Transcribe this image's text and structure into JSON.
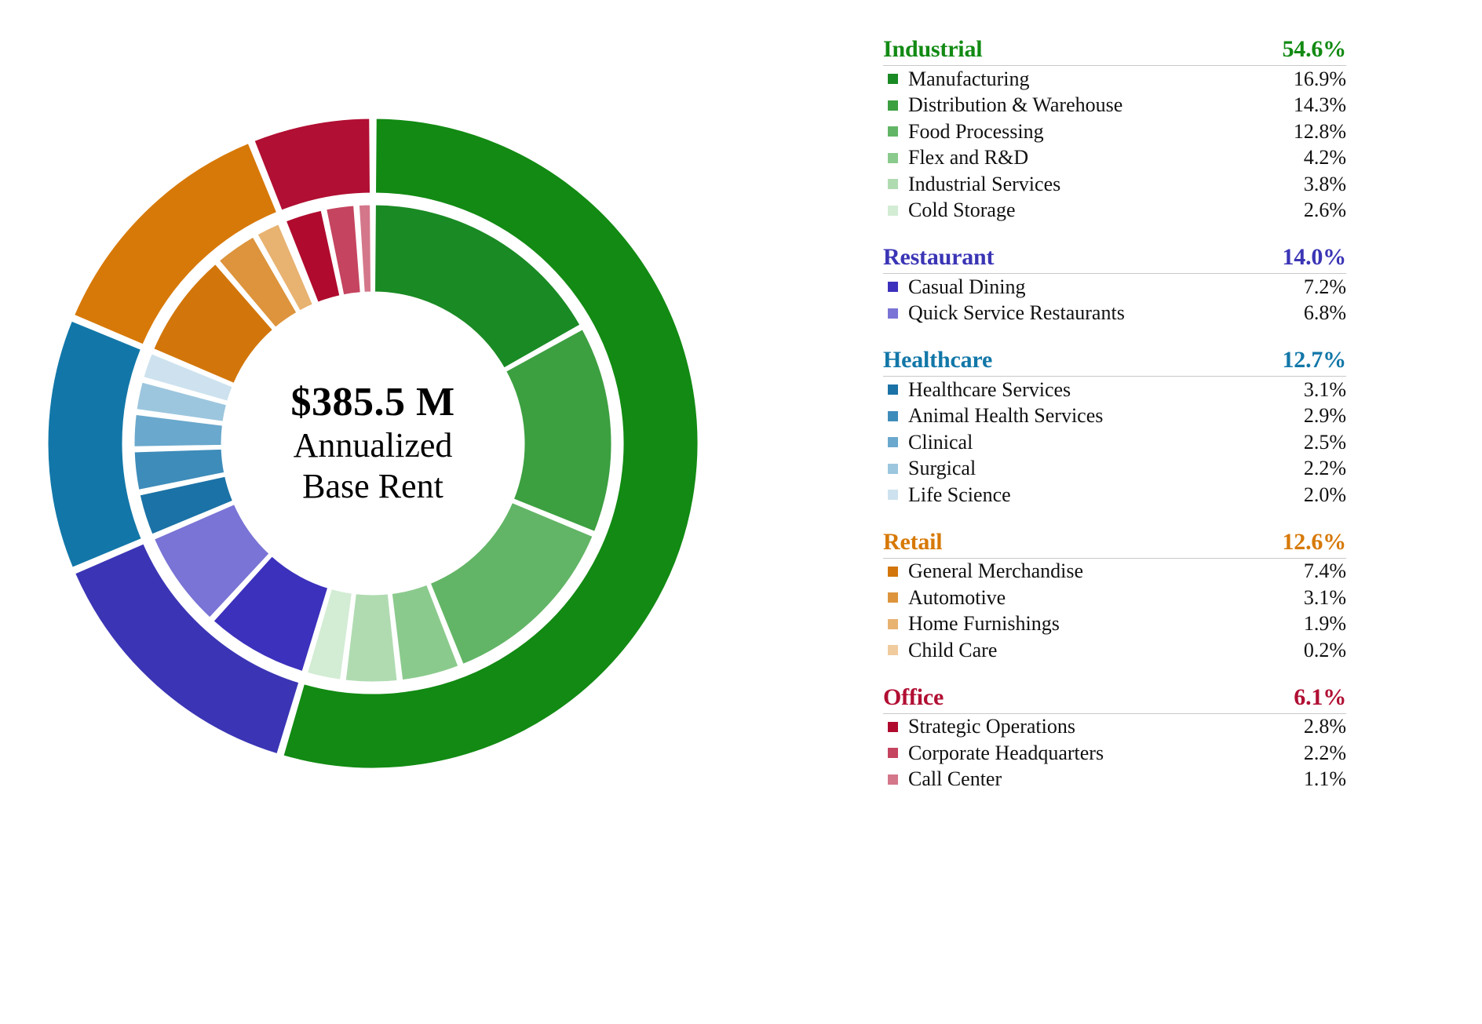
{
  "center": {
    "amount": "$385.5 M",
    "line2": "Annualized",
    "line3": "Base Rent"
  },
  "chart_data": {
    "type": "pie",
    "title": "$385.5 M Annualized Base Rent",
    "subtitle": "",
    "xlabel": "",
    "ylabel": "",
    "legend_position": "right",
    "units": "percent of annualized base rent",
    "total_label": "$385.5 M",
    "rings": [
      "outer = category",
      "inner = subcategory"
    ],
    "start_angle_deg": 0,
    "direction": "clockwise",
    "categories": [
      "Industrial",
      "Restaurant",
      "Healthcare",
      "Retail",
      "Office"
    ],
    "values": [
      54.6,
      14.0,
      12.7,
      12.6,
      6.1
    ],
    "colors": [
      "#128a13",
      "#3b35b5",
      "#1277a8",
      "#d77908",
      "#b10f33"
    ],
    "groups": [
      {
        "name": "Industrial",
        "pct": "54.6%",
        "value": 54.6,
        "color": "#128a13",
        "items": [
          {
            "label": "Manufacturing",
            "pct": "16.9%",
            "value": 16.9,
            "color": "#1a8a24"
          },
          {
            "label": "Distribution & Warehouse",
            "pct": "14.3%",
            "value": 14.3,
            "color": "#3c9f40"
          },
          {
            "label": "Food Processing",
            "pct": "12.8%",
            "value": 12.8,
            "color": "#62b566"
          },
          {
            "label": "Flex and R&D",
            "pct": "4.2%",
            "value": 4.2,
            "color": "#8bca8d"
          },
          {
            "label": "Industrial Services",
            "pct": "3.8%",
            "value": 3.8,
            "color": "#b0dbb1"
          },
          {
            "label": "Cold Storage",
            "pct": "2.6%",
            "value": 2.6,
            "color": "#d3ecd4"
          }
        ]
      },
      {
        "name": "Restaurant",
        "pct": "14.0%",
        "value": 14.0,
        "color": "#3b35b5",
        "items": [
          {
            "label": "Casual Dining",
            "pct": "7.2%",
            "value": 7.2,
            "color": "#3c31bc"
          },
          {
            "label": "Quick Service Restaurants",
            "pct": "6.8%",
            "value": 6.8,
            "color": "#7a74d6"
          }
        ]
      },
      {
        "name": "Healthcare",
        "pct": "12.7%",
        "value": 12.7,
        "color": "#1277a8",
        "items": [
          {
            "label": "Healthcare Services",
            "pct": "3.1%",
            "value": 3.1,
            "color": "#1b72a6"
          },
          {
            "label": "Animal Health Services",
            "pct": "2.9%",
            "value": 2.9,
            "color": "#3e8cba"
          },
          {
            "label": "Clinical",
            "pct": "2.5%",
            "value": 2.5,
            "color": "#6aa8cd"
          },
          {
            "label": "Surgical",
            "pct": "2.2%",
            "value": 2.2,
            "color": "#9cc6de"
          },
          {
            "label": "Life Science",
            "pct": "2.0%",
            "value": 2.0,
            "color": "#cde2ee"
          }
        ]
      },
      {
        "name": "Retail",
        "pct": "12.6%",
        "value": 12.6,
        "color": "#d77908",
        "items": [
          {
            "label": "General Merchandise",
            "pct": "7.4%",
            "value": 7.4,
            "color": "#d2760b"
          },
          {
            "label": "Automotive",
            "pct": "3.1%",
            "value": 3.1,
            "color": "#dd943c"
          },
          {
            "label": "Home Furnishings",
            "pct": "1.9%",
            "value": 1.9,
            "color": "#e8b271"
          },
          {
            "label": "Child Care",
            "pct": "0.2%",
            "value": 0.2,
            "color": "#f0cb9d"
          }
        ]
      },
      {
        "name": "Office",
        "pct": "6.1%",
        "value": 6.1,
        "color": "#b10f33",
        "items": [
          {
            "label": "Strategic Operations",
            "pct": "2.8%",
            "value": 2.8,
            "color": "#b00b2e"
          },
          {
            "label": "Corporate Headquarters",
            "pct": "2.2%",
            "value": 2.2,
            "color": "#c5445f"
          },
          {
            "label": "Call Center",
            "pct": "1.1%",
            "value": 1.1,
            "color": "#d4778a"
          }
        ]
      }
    ]
  }
}
